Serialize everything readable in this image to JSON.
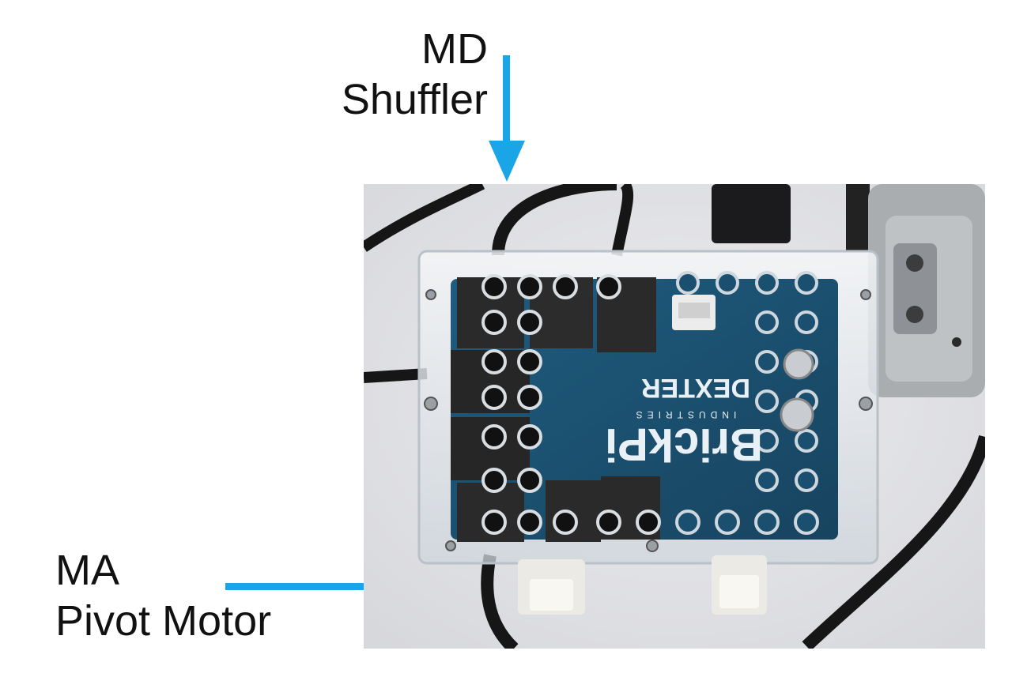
{
  "annotations": {
    "top": {
      "line1": "MD",
      "line2": "Shuffler"
    },
    "bottom": {
      "line1": "MA",
      "line2": "Pivot Motor"
    }
  },
  "board": {
    "brand": "DEXTER",
    "sub": "INDUSTRIES",
    "product": "BrickPi"
  },
  "colors": {
    "arrow": "#1aa6e6",
    "board": "#1c4f6e"
  }
}
